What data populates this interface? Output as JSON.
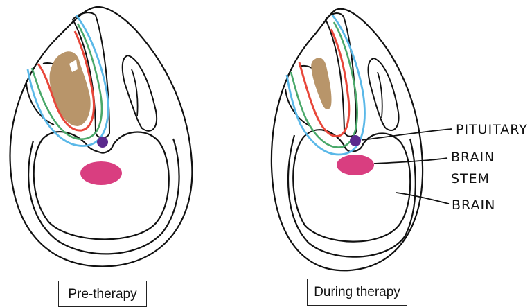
{
  "captions": {
    "pre_therapy": "Pre-therapy",
    "during_therapy": "During therapy"
  },
  "labels": {
    "pituitary": "PITUITARY",
    "brain_stem_line1": "BRAIN",
    "brain_stem_line2": "STEM",
    "brain": "BRAIN"
  },
  "colors": {
    "outline": "#111111",
    "tumor": "#b8956a",
    "contour_red": "#e8473a",
    "contour_green": "#4aa86a",
    "contour_blue": "#5ab8e8",
    "pituitary": "#5b2a8e",
    "brain_stem": "#d93e80"
  }
}
